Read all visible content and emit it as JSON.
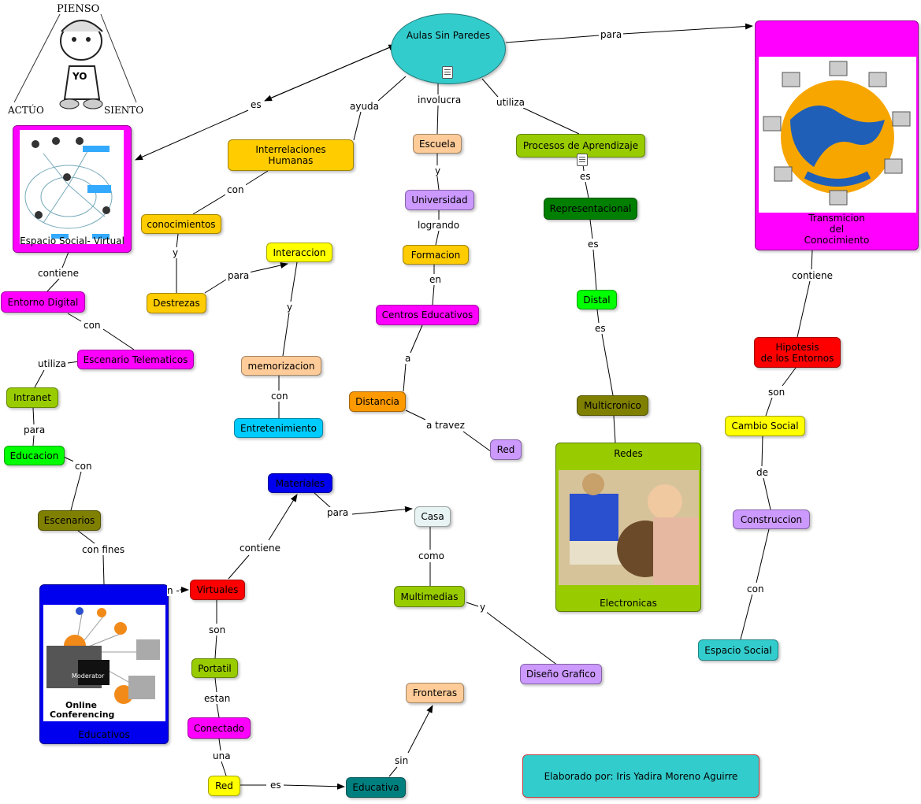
{
  "nodes": {
    "aulas": "Aulas Sin Paredes",
    "interrelaciones": "Interrelaciones\nHumanas",
    "escuela": "Escuela",
    "universidad": "Universidad",
    "formacion": "Formacion",
    "centros": "Centros Educativos",
    "distancia": "Distancia",
    "red1": "Red",
    "procesos": "Procesos de Aprendizaje",
    "representacional": "Representacional",
    "distal": "Distal",
    "multicronico": "Multicronico",
    "conocimientos": "conocimientos",
    "destrezas": "Destrezas",
    "interaccion": "Interaccion",
    "memorizacion": "memorizacion",
    "entretenimiento": "Entretenimiento",
    "entorno": "Entorno Digital",
    "escenario_tel": "Escenario Telematicos",
    "intranet": "Intranet",
    "educacion": "Educacion",
    "escenarios": "Escenarios",
    "virtuales": "Virtuales",
    "materiales": "Materiales",
    "casa": "Casa",
    "multimedias": "Multimedias",
    "diseno": "Diseño Grafico",
    "portatil": "Portatil",
    "conectado": "Conectado",
    "red2": "Red",
    "educativa": "Educativa",
    "fronteras": "Fronteras",
    "hipotesis": "Hipotesis\nde los Entornos",
    "cambio": "Cambio Social",
    "construccion": "Construccion",
    "espacio_social": "Espacio Social",
    "credit": "Elaborado por:  Iris Yadira Moreno Aguirre"
  },
  "panels": {
    "espacio_sv": "Espacio Social- Virtual",
    "transmision": "Transmicion\ndel\nConocimiento",
    "redes_top": "Redes",
    "redes_bottom": "Electronicas",
    "educativos": "Educativos"
  },
  "links": {
    "es_top": "es",
    "ayuda": "ayuda",
    "involucra": "involucra",
    "utiliza_top": "utiliza",
    "para_top": "para",
    "con_ih": "con",
    "y_cd": "y",
    "para_dest": "para",
    "y_im": "y",
    "con_me": "con",
    "y_eu": "y",
    "logrando": "logrando",
    "en": "en",
    "a": "a",
    "a_travez": "a travez",
    "es_pr": "es",
    "es_rd": "es",
    "es_dm": "es",
    "contiene_left": "contiene",
    "con_ee": "con",
    "utiliza_left": "utiliza",
    "para_ie": "para",
    "con_ee2": "con",
    "con_fines": "con fines",
    "contiene_vm": "contiene",
    "para_mc": "para",
    "como": "como",
    "y_md": "y",
    "son_vp": "son",
    "estan": "estan",
    "una": "una",
    "es_red": "es",
    "sin": "sin",
    "contiene_right": "contiene",
    "son_hc": "son",
    "de": "de",
    "con_ce": "con",
    "partial_n": "n -"
  },
  "pienso": {
    "pienso": "PIENSO",
    "actuo": "ACTÚO",
    "siento": "SIENTO",
    "yo": "YO"
  },
  "conferencing": {
    "moderator": "Moderator",
    "title": "Online\nConferencing"
  }
}
